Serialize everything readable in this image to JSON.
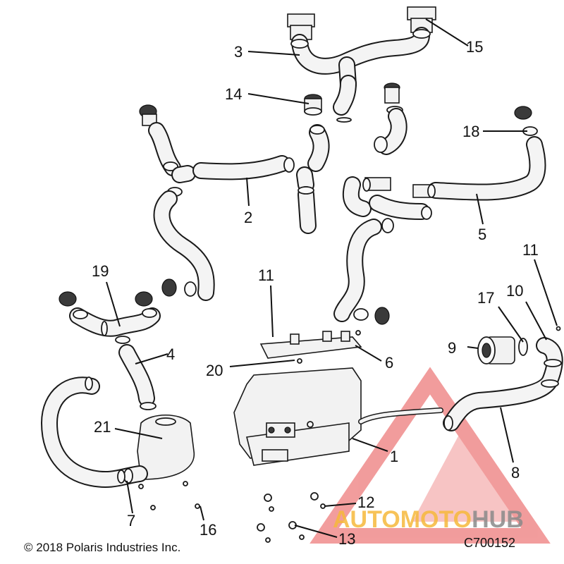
{
  "callouts": {
    "c1": "1",
    "c2": "2",
    "c3": "3",
    "c4": "4",
    "c5": "5",
    "c6": "6",
    "c7": "7",
    "c8": "8",
    "c9": "9",
    "c10": "10",
    "c11a": "11",
    "c11b": "11",
    "c12": "12",
    "c13": "13",
    "c14": "14",
    "c15": "15",
    "c16": "16",
    "c17": "17",
    "c18": "18",
    "c19": "19",
    "c20": "20",
    "c21": "21"
  },
  "copyright": "© 2018 Polaris Industries Inc.",
  "diagram_code": "C700152",
  "watermark": {
    "part1": "AUTO",
    "part2": "MOTO",
    "part3": "HUB"
  },
  "colors": {
    "watermark_red": "#e74c4c",
    "watermark_orange": "#f6b93b",
    "watermark_gray": "#8a8a8a"
  }
}
